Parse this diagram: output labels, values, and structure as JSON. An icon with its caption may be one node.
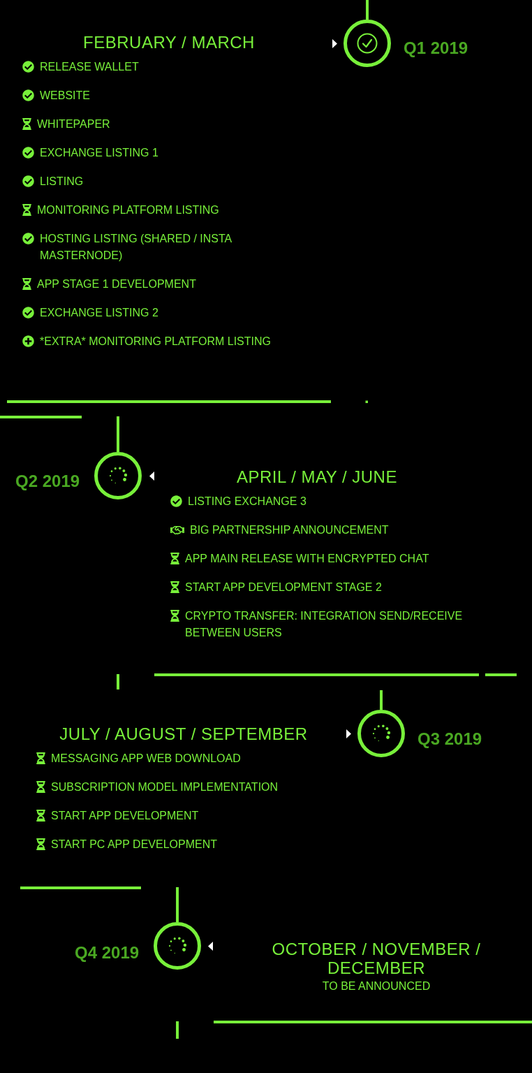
{
  "diagram": {
    "nodes": [
      {
        "text": [],
        "shape": "circle",
        "beside": [
          "Q1 2019"
        ]
      },
      {
        "text": [],
        "shape": "circle",
        "beside": [
          "Q2 2019"
        ]
      },
      {
        "text": [],
        "shape": "circle",
        "beside": [
          "Q3 2019"
        ]
      },
      {
        "text": [],
        "shape": "circle",
        "beside": [
          "Q4 2019"
        ]
      }
    ],
    "labels": [
      "FEBRUARY / MARCH",
      "RELEASE WALLET",
      "WEBSITE",
      "WHITEPAPER",
      "EXCHANGE LISTING 1",
      "LISTING",
      "MONITORING PLATFORM LISTING",
      "HOSTING LISTING (SHARED / INSTA MASTERNODE)",
      "APP STAGE 1 DEVELOPMENT",
      "EXCHANGE LISTING 2",
      "*EXTRA* MONITORING PLATFORM LISTING",
      "APRIL / MAY / JUNE",
      "LISTING EXCHANGE 3",
      "BIG PARTNERSHIP ANNOUNCEMENT",
      "APP MAIN RELEASE WITH ENCRYPTED CHAT",
      "START APP DEVELOPMENT STAGE 2",
      "CRYPTO TRANSFER: INTEGRATION SEND/RECEIVE BETWEEN USERS",
      "JULY / AUGUST / SEPTEMBER",
      "MESSAGING APP WEB DOWNLOAD",
      "SUBSCRIPTION MODEL IMPLEMENTATION",
      "START APP DEVELOPMENT",
      "START PC APP DEVELOPMENT",
      "OCTOBER / NOVEMBER / DECEMBER",
      "TO BE ANNOUNCED"
    ]
  }
}
